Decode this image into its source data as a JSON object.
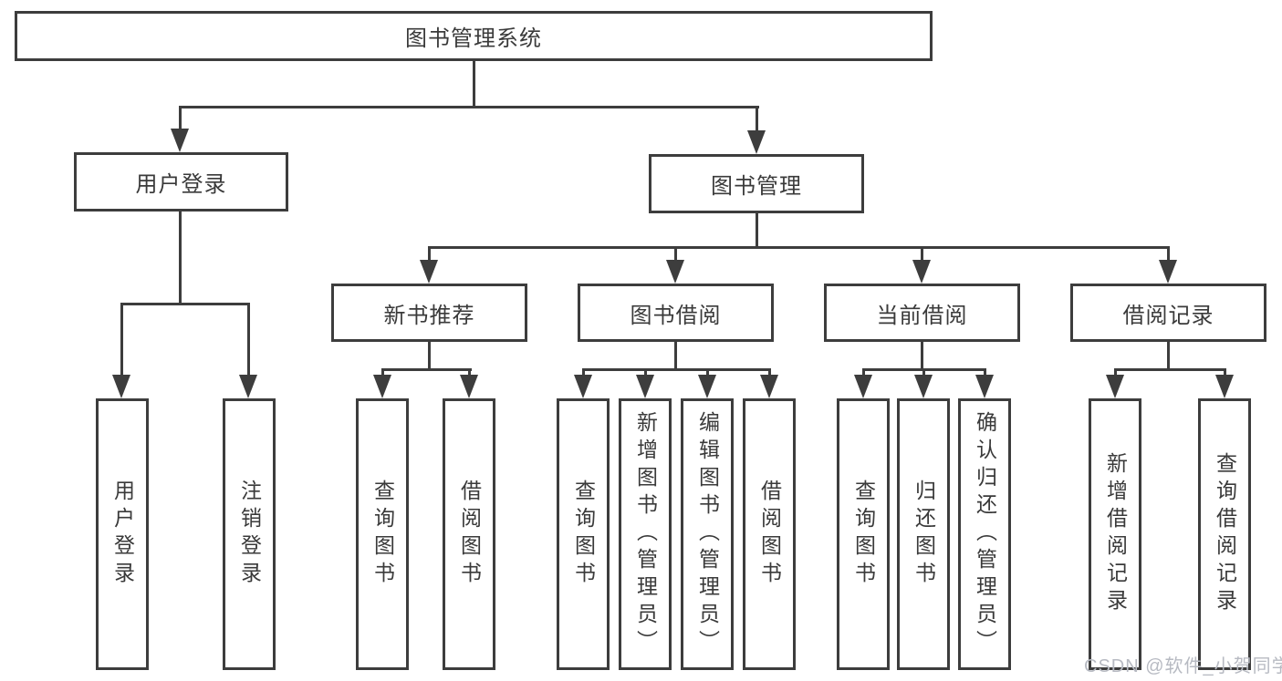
{
  "diagram": {
    "root": {
      "label": "图书管理系统"
    },
    "branches": [
      {
        "label": "用户登录",
        "children": [
          "用户登录",
          "注销登录"
        ]
      },
      {
        "label": "图书管理",
        "modules": [
          {
            "label": "新书推荐",
            "children": [
              "查询图书",
              "借阅图书"
            ]
          },
          {
            "label": "图书借阅",
            "children": [
              "查询图书",
              "新增图书（管理员）",
              "编辑图书（管理员）",
              "借阅图书"
            ]
          },
          {
            "label": "当前借阅",
            "children": [
              "查询图书",
              "归还图书",
              "确认归还（管理员）"
            ]
          },
          {
            "label": "借阅记录",
            "children": [
              "新增借阅记录",
              "查询借阅记录"
            ]
          }
        ]
      }
    ]
  },
  "watermark": {
    "text": "CSDN @软件_小贺同学"
  },
  "colors": {
    "line": "#3d3d3d",
    "text": "#3a3a3a",
    "watermark": "#b7bac2",
    "background": "#ffffff"
  }
}
